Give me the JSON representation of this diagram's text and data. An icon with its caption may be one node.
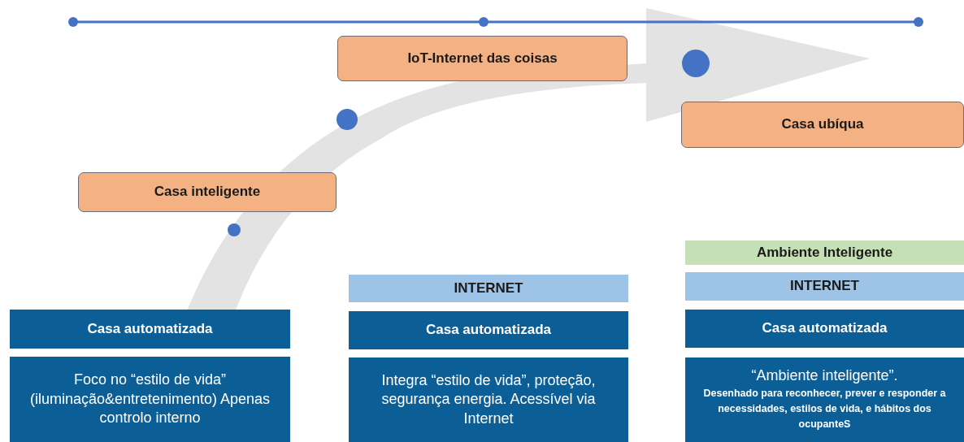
{
  "diagram": {
    "nodes": [
      {
        "text": [
          "IoT-Internet das coisas"
        ]
      },
      {
        "text": [
          "Casa ubíqua"
        ]
      },
      {
        "text": [
          "Casa inteligente"
        ]
      },
      {
        "text": [
          "Ambiente Inteligente"
        ]
      },
      {
        "text": [
          "INTERNET"
        ]
      },
      {
        "text": [
          "INTERNET"
        ]
      },
      {
        "text": [
          "Casa automatizada"
        ]
      },
      {
        "text": [
          "Casa automatizada"
        ]
      },
      {
        "text": [
          "Casa automatizada"
        ]
      },
      {
        "text": [
          "Foco no “estilo de vida” (iluminação&entretenimento) Apenas controlo interno"
        ]
      },
      {
        "text": [
          "Integra “estilo de vida”, proteção, segurança energia. Acessível via Internet"
        ]
      },
      {
        "text": [
          "“Ambiente inteligente”.",
          "Desenhado para reconhecer, prever e responder a necessidades, estilos de vida, e hábitos dos ocupanteS"
        ]
      }
    ],
    "edges": []
  }
}
